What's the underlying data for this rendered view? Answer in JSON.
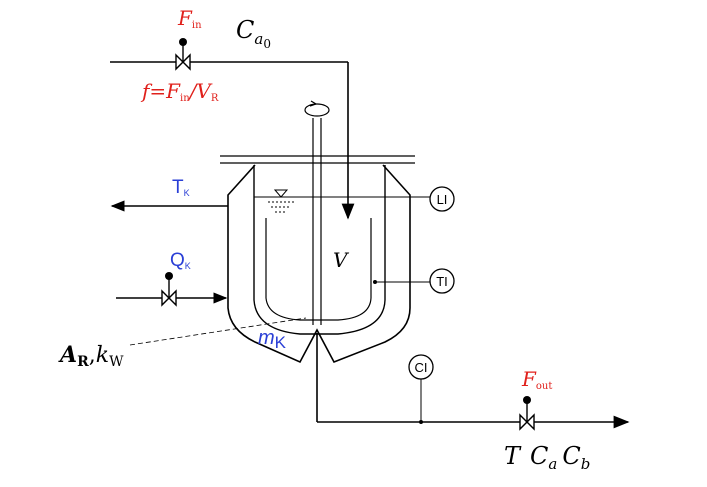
{
  "labels": {
    "f_in_F": "F",
    "f_in_sub": "in",
    "c_a0_C": "C",
    "c_a0_a": "a",
    "c_a0_0": "0",
    "f_ratio_1": "f=F",
    "f_ratio_in": "in",
    "f_ratio_2": "/V",
    "f_ratio_R": "R",
    "t_k_T": "T",
    "t_k_K": "K",
    "q_k_Q": "Q",
    "q_k_K": "K",
    "v": "V",
    "m_k_m": "m",
    "m_k_K": "K",
    "a_r_A": "A",
    "a_r_R": "R",
    "a_r_comma": ",",
    "a_r_k": "k",
    "a_r_W": "W",
    "f_out_F": "F",
    "f_out_sub": "out",
    "out_T": "T",
    "out_Ca_C": "C",
    "out_Ca_a": "a",
    "out_Cb_C": "C",
    "out_Cb_b": "b"
  },
  "instruments": {
    "li": "LI",
    "ti": "TI",
    "ci": "CI"
  },
  "colors": {
    "red": "#e0201b",
    "blue": "#2a3fd6",
    "line": "#000000"
  }
}
